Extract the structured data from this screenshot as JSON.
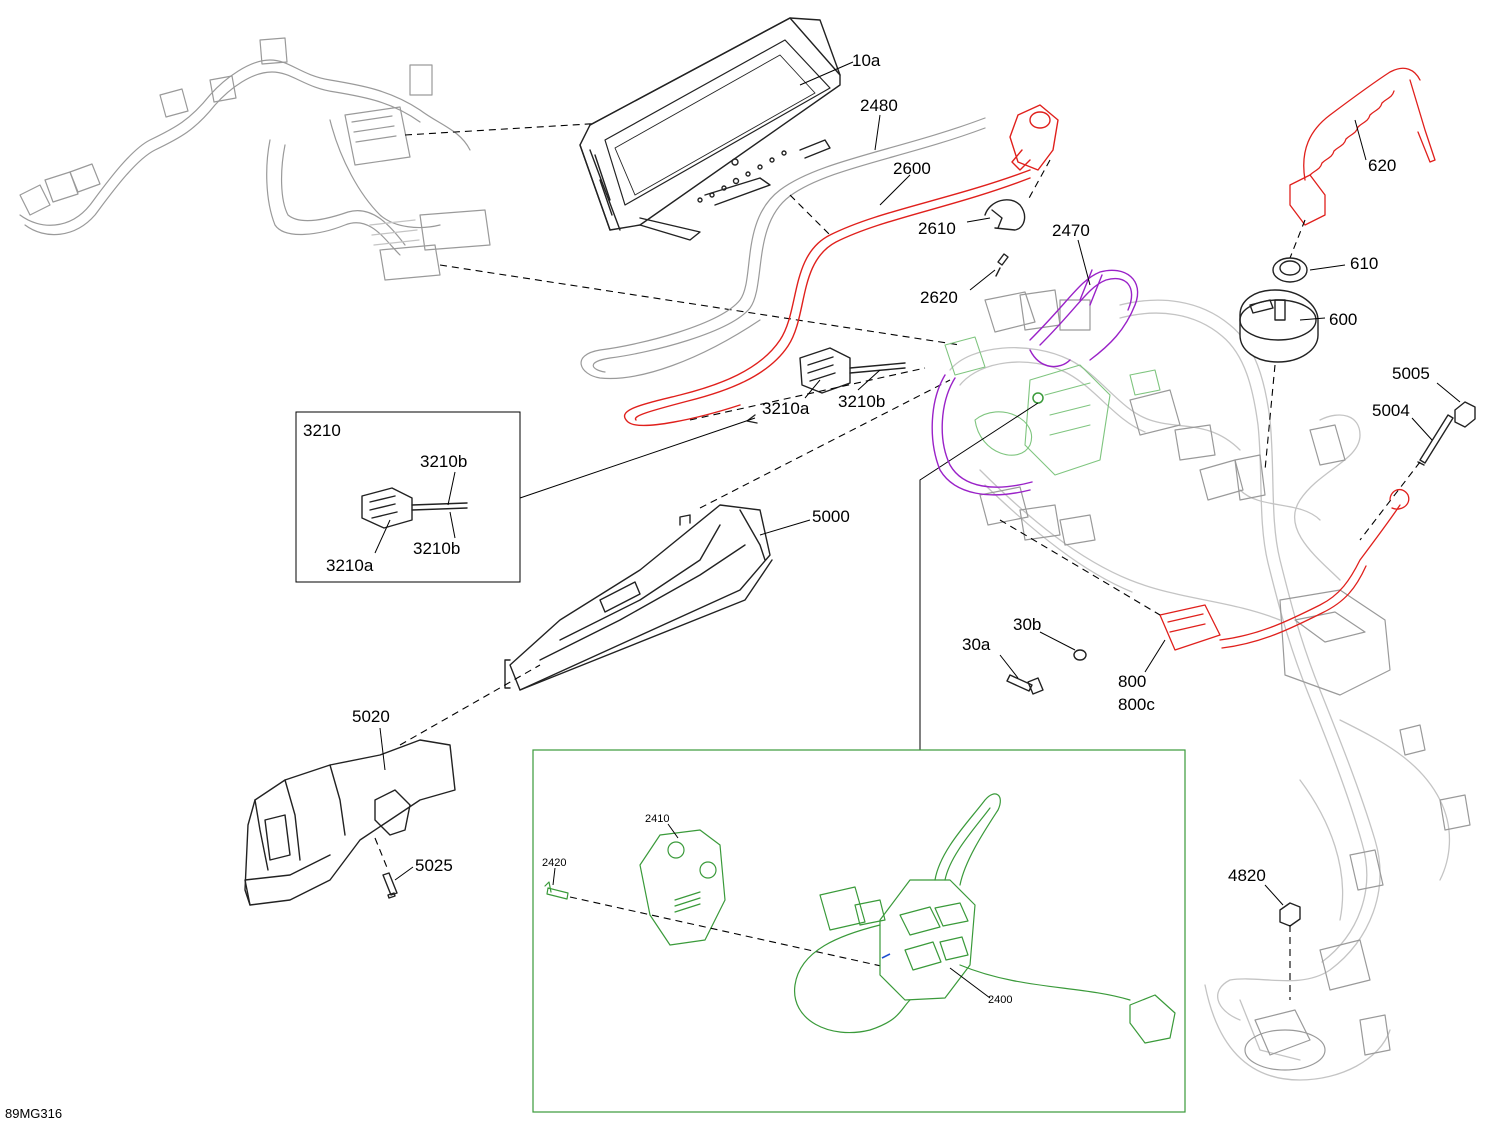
{
  "colors": {
    "highlight_red": "#e0201c",
    "highlight_purple": "#9a22c8",
    "highlight_green": "#3a9a3a",
    "ghost_gray": "#c4c4c4"
  },
  "labels": {
    "p10a": "10a",
    "p2480": "2480",
    "p2600": "2600",
    "p2610": "2610",
    "p2620": "2620",
    "p2470": "2470",
    "p620": "620",
    "p610": "610",
    "p600": "600",
    "p5005": "5005",
    "p5004": "5004",
    "p3210a_top": "3210a",
    "p3210b_top": "3210b",
    "p5000": "5000",
    "p5020": "5020",
    "p5025": "5025",
    "p30a": "30a",
    "p30b": "30b",
    "p800": "800",
    "p800c": "800c",
    "p4820": "4820"
  },
  "inset_3210": {
    "title": "3210",
    "label_b_top": "3210b",
    "label_b_bottom": "3210b",
    "label_a": "3210a"
  },
  "inset_green": {
    "p2410": "2410",
    "p2420": "2420",
    "p2400": "2400"
  },
  "figure_ref": "89MG316"
}
